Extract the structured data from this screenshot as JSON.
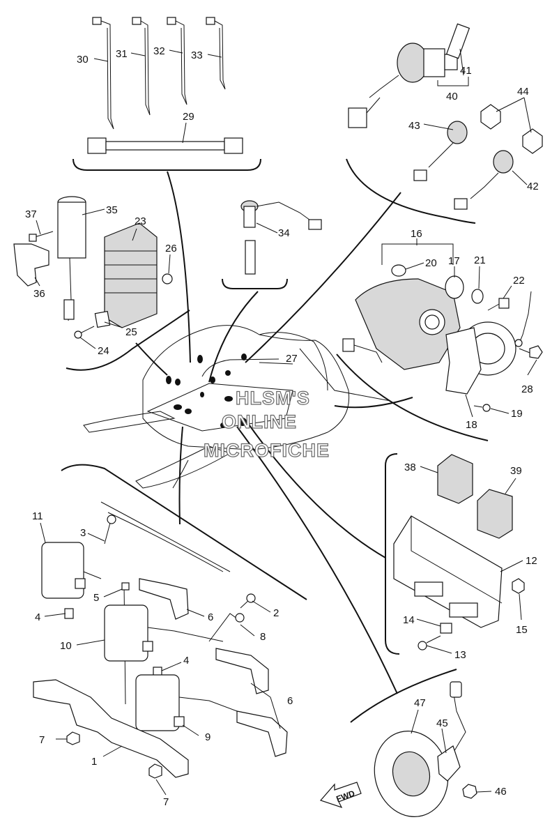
{
  "labels": {
    "l1": "1",
    "l2": "2",
    "l3": "3",
    "l4a": "4",
    "l4b": "4",
    "l5": "5",
    "l6a": "6",
    "l6b": "6",
    "l7a": "7",
    "l7b": "7",
    "l8": "8",
    "l9": "9",
    "l10": "10",
    "l11": "11",
    "l12": "12",
    "l13": "13",
    "l14": "14",
    "l15": "15",
    "l16": "16",
    "l17": "17",
    "l18": "18",
    "l19": "19",
    "l20": "20",
    "l21": "21",
    "l22": "22",
    "l23": "23",
    "l24": "24",
    "l25": "25",
    "l26": "26",
    "l27": "27",
    "l28": "28",
    "l29": "29",
    "l30": "30",
    "l31": "31",
    "l32": "32",
    "l33": "33",
    "l34": "34",
    "l35": "35",
    "l36": "36",
    "l37": "37",
    "l38": "38",
    "l39": "39",
    "l40": "40",
    "l41": "41",
    "l42": "42",
    "l43": "43",
    "l44": "44",
    "l45": "45",
    "l46": "46",
    "l47": "47"
  },
  "watermark": {
    "line1": "HLSM'S",
    "line2": "ONLINE",
    "line3": "MICROFICHE"
  },
  "fwd": "FWD"
}
